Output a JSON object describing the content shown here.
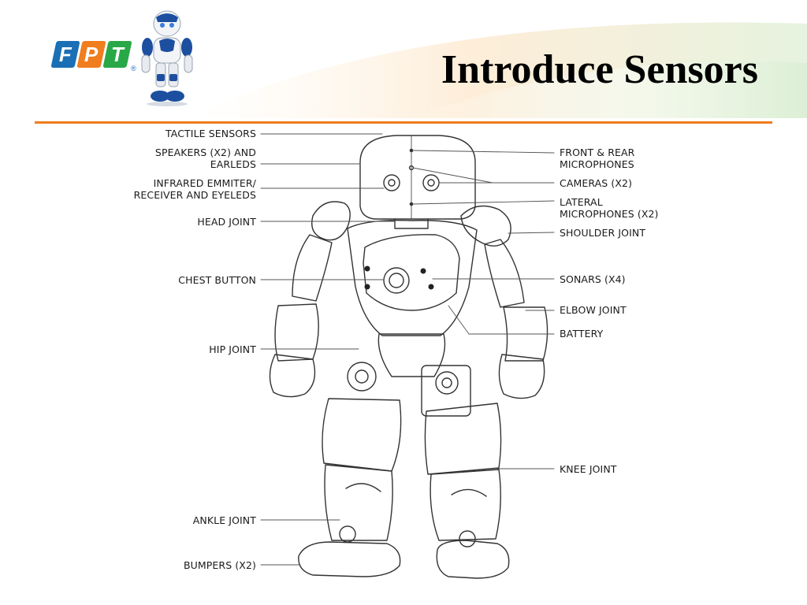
{
  "slide": {
    "title": "Introduce Sensors",
    "logo": {
      "letters": [
        "F",
        "P",
        "T"
      ],
      "registered": "®",
      "colors": [
        "#1a6fb5",
        "#f07d1e",
        "#29a847"
      ]
    },
    "accent_color": "#f07d1e"
  },
  "diagram": {
    "left_labels": [
      {
        "lines": [
          "TACTILE SENSORS"
        ]
      },
      {
        "lines": [
          "SPEAKERS (X2) AND",
          "EARLEDS"
        ]
      },
      {
        "lines": [
          "INFRARED EMMITER/",
          "RECEIVER AND EYELEDS"
        ]
      },
      {
        "lines": [
          "HEAD JOINT"
        ]
      },
      {
        "lines": [
          "CHEST BUTTON"
        ]
      },
      {
        "lines": [
          "HIP JOINT"
        ]
      },
      {
        "lines": [
          "ANKLE JOINT"
        ]
      },
      {
        "lines": [
          "BUMPERS (X2)"
        ]
      }
    ],
    "right_labels": [
      {
        "lines": [
          "FRONT & REAR",
          "MICROPHONES"
        ]
      },
      {
        "lines": [
          "CAMERAS (X2)"
        ]
      },
      {
        "lines": [
          "LATERAL",
          "MICROPHONES (X2)"
        ]
      },
      {
        "lines": [
          "SHOULDER JOINT"
        ]
      },
      {
        "lines": [
          "SONARS (X4)"
        ]
      },
      {
        "lines": [
          "ELBOW JOINT"
        ]
      },
      {
        "lines": [
          "BATTERY"
        ]
      },
      {
        "lines": [
          "KNEE JOINT"
        ]
      }
    ]
  }
}
